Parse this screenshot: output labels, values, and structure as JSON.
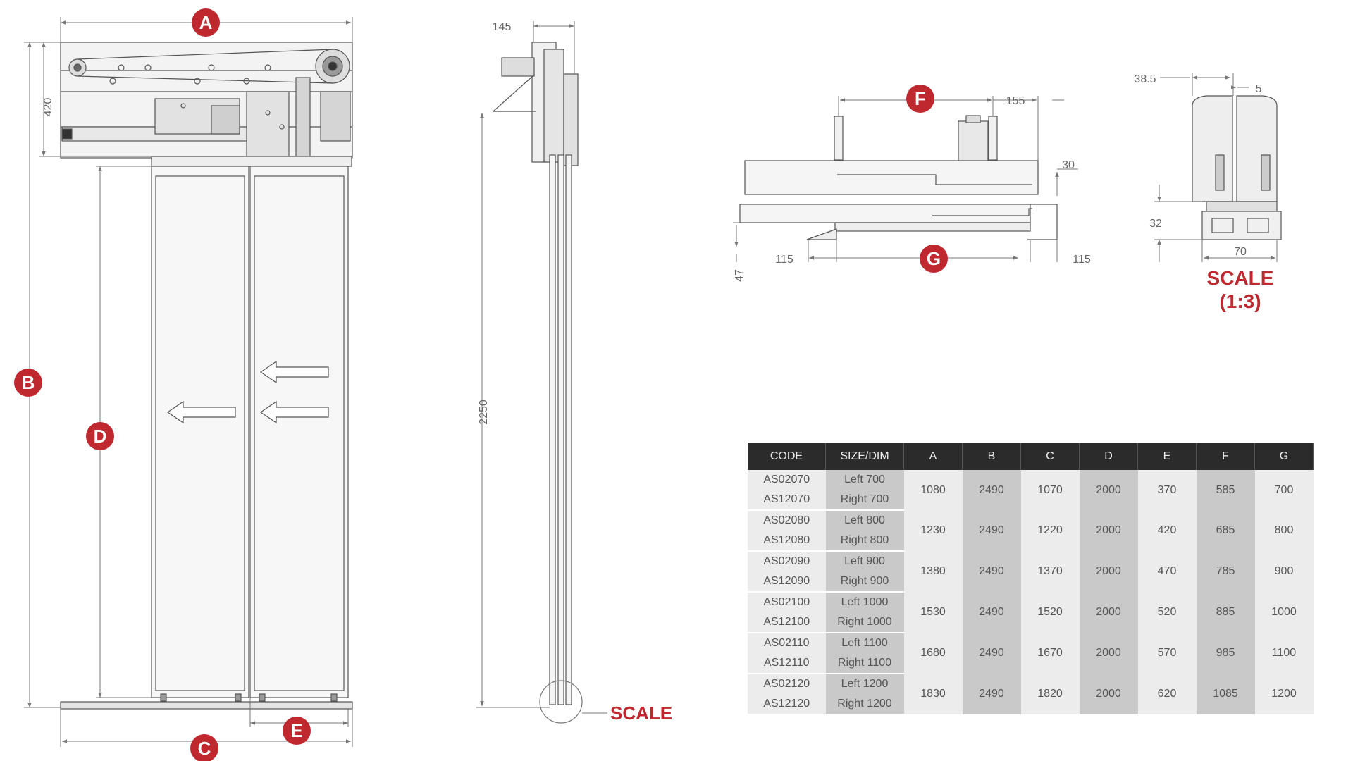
{
  "markers": {
    "a": "A",
    "b": "B",
    "c": "C",
    "d": "D",
    "e": "E",
    "f": "F",
    "g": "G"
  },
  "dims": {
    "front_height_header": "420",
    "side_depth": "145",
    "side_height": "2250",
    "top_right_offset": "155",
    "top_step": "30",
    "top_left_margin": "115",
    "top_right_margin": "115",
    "top_thickness": "47",
    "detail_left": "38.5",
    "detail_right": "5",
    "detail_height": "32",
    "detail_width": "70"
  },
  "labels": {
    "scale_side": "SCALE",
    "scale_detail_line1": "SCALE",
    "scale_detail_line2": "(1:3)"
  },
  "colors": {
    "accent": "#c0282f",
    "header_bg": "#2b2b2b",
    "cell_light": "#ececec",
    "cell_dark": "#c9c9c9"
  },
  "table": {
    "headers": [
      "CODE",
      "SIZE/DIM",
      "A",
      "B",
      "C",
      "D",
      "E",
      "F",
      "G"
    ],
    "groups": [
      {
        "codes": [
          "AS02070",
          "AS12070"
        ],
        "sizes": [
          "Left 700",
          "Right 700"
        ],
        "values": [
          "1080",
          "2490",
          "1070",
          "2000",
          "370",
          "585",
          "700"
        ]
      },
      {
        "codes": [
          "AS02080",
          "AS12080"
        ],
        "sizes": [
          "Left 800",
          "Right 800"
        ],
        "values": [
          "1230",
          "2490",
          "1220",
          "2000",
          "420",
          "685",
          "800"
        ]
      },
      {
        "codes": [
          "AS02090",
          "AS12090"
        ],
        "sizes": [
          "Left 900",
          "Right 900"
        ],
        "values": [
          "1380",
          "2490",
          "1370",
          "2000",
          "470",
          "785",
          "900"
        ]
      },
      {
        "codes": [
          "AS02100",
          "AS12100"
        ],
        "sizes": [
          "Left 1000",
          "Right 1000"
        ],
        "values": [
          "1530",
          "2490",
          "1520",
          "2000",
          "520",
          "885",
          "1000"
        ]
      },
      {
        "codes": [
          "AS02110",
          "AS12110"
        ],
        "sizes": [
          "Left 1100",
          "Right 1100"
        ],
        "values": [
          "1680",
          "2490",
          "1670",
          "2000",
          "570",
          "985",
          "1100"
        ]
      },
      {
        "codes": [
          "AS02120",
          "AS12120"
        ],
        "sizes": [
          "Left 1200",
          "Right 1200"
        ],
        "values": [
          "1830",
          "2490",
          "1820",
          "2000",
          "620",
          "1085",
          "1200"
        ]
      }
    ]
  }
}
